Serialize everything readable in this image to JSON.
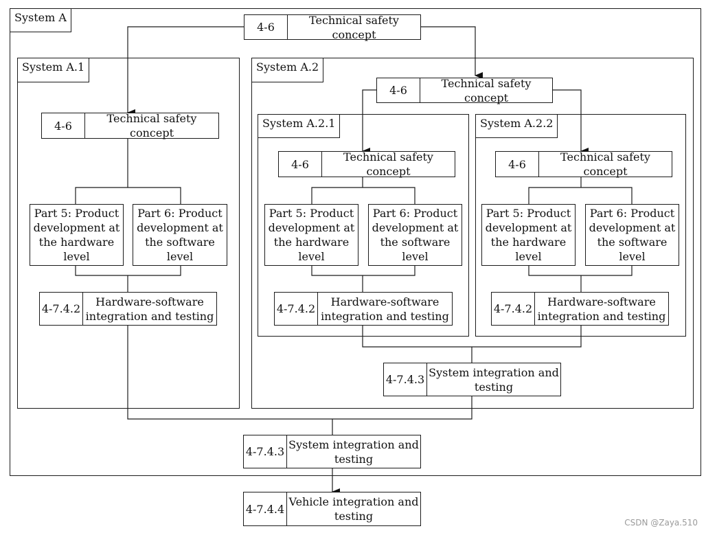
{
  "frames": {
    "system_a": "System A",
    "system_a1": "System A.1",
    "system_a2": "System A.2",
    "system_a21": "System A.2.1",
    "system_a22": "System A.2.2"
  },
  "tsc": {
    "code": "4-6",
    "title": "Technical safety concept"
  },
  "part5": "Part 5: Product\ndevelopment at\nthe hardware\nlevel",
  "part6": "Part 6: Product\ndevelopment at\nthe software\nlevel",
  "hsi": {
    "code": "4-7.4.2",
    "title": "Hardware-software\nintegration and testing"
  },
  "sit": {
    "code": "4-7.4.3",
    "title": "System integration and\ntesting"
  },
  "vit": {
    "code": "4-7.4.4",
    "title": "Vehicle integration and\ntesting"
  },
  "watermark": "CSDN @Zaya.510"
}
